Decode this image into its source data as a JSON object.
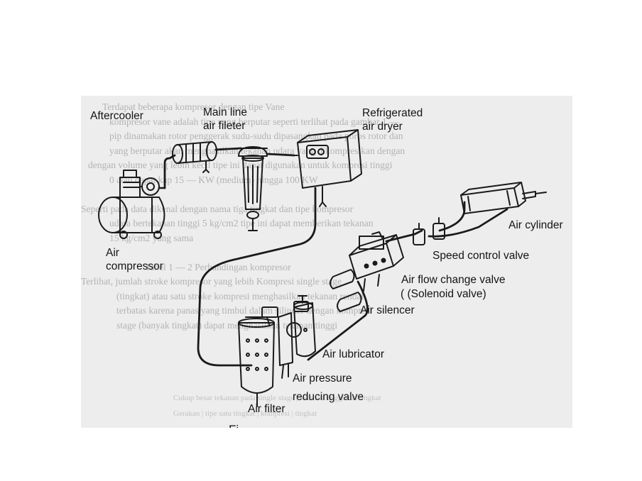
{
  "colors": {
    "ink": "#1a1a1a",
    "scan_bg": "#ededed",
    "faint_text": "#b3b3b3"
  },
  "labels": {
    "aftercooler": "Aftercooler",
    "main_line_filter_1": "Main line",
    "main_line_filter_2": "air fileter",
    "dryer_1": "Refrigerated",
    "dryer_2": "air dryer",
    "compressor_1": "Air",
    "compressor_2": "compressor",
    "cylinder": "Air cylinder",
    "speed_valve": "Speed control valve",
    "flow_valve_1": "Air flow change valve",
    "flow_valve_2": "( (Solenoid valve)",
    "silencer": "Air silencer",
    "lubricator": "Air lubricator",
    "pressure_valve_1": "Air pressure",
    "pressure_valve_2": "reducing valve",
    "air_filter": "Air filter",
    "figure_caption": "Fi"
  },
  "background_text": [
    "Terdapat beberapa kompresor dengan tipe Vane",
    "kompresor vane adalah tipe yang berputar seperti terlihat pada gambar 1 —",
    "pip dinamakan rotor penggerak sudu-sudu dipasangkan pada poros rotor dan",
    "yang berputar akan menghasilkan tekanan udara yang dikompresikan dengan",
    "dengan volume yang lebih kecil tipe ini dapat digunakan untuk kompresi tinggi",
    "0 atau dapat kap 15 — KW (medium) hingga 100 KW",
    "",
    "Seperti pada data dikenal dengan nama tiga tingkat dan tipe kompresor",
    "udara bertekanan tinggi 5 kg/cm2 tipe ini dapat memberikan tekanan",
    "15 kg/cm2 yang sama",
    "",
    "Tabel 1 — 2 Perbandingan kompresor",
    "Terlihat, jumlah stroke kompresor yang lebih Kompresi single stage",
    "(tingkat) atau satu stroke kompresi menghasilkan tekanan rendah",
    "terbatas karena panas yang timbul dalam silinder dengan kompresi",
    "stage (banyak tingkat) dapat menghasilkan tekanan tinggi"
  ],
  "table_text": [
    "Cukup besar tekanan pada single stage  |  tekanan tinggi dua tingkat",
    "Gerakan  |  tipe satu tingkat  |  kompresi  |  tingkat"
  ]
}
